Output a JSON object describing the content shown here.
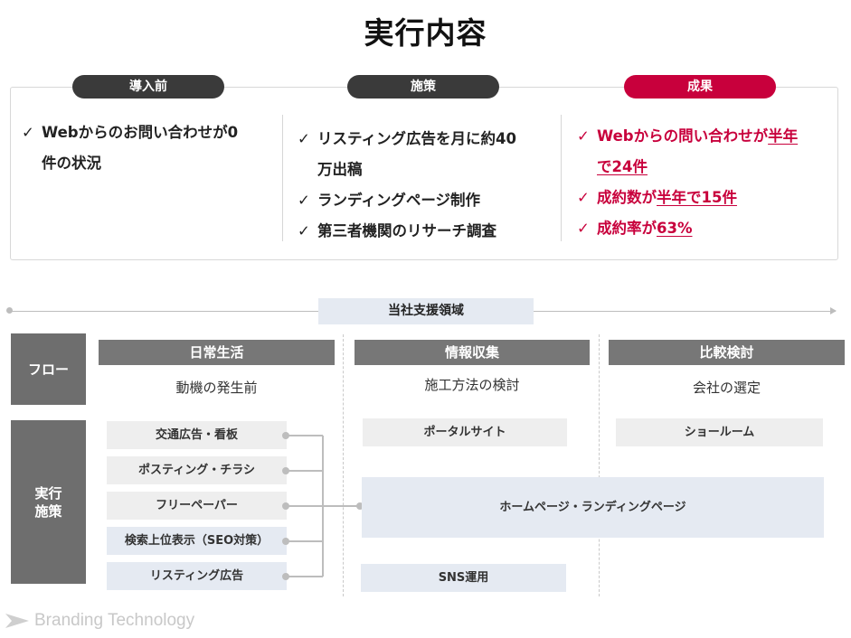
{
  "title": "実行内容",
  "top": {
    "before": {
      "label": "導入前",
      "items": [
        [
          "Webからのお問い合わせが0",
          "件の状況"
        ]
      ]
    },
    "measures": {
      "label": "施策",
      "items": [
        [
          "リスティング広告を月に約40",
          "万出稿"
        ],
        [
          "ランディングページ制作"
        ],
        [
          "第三者機関のリサーチ調査"
        ]
      ]
    },
    "results": {
      "label": "成果",
      "item1": {
        "a": "Webからの問い合わせが",
        "b": "半年",
        "c": "で24件"
      },
      "item2": {
        "a": "成約数が",
        "b": "半年で15件"
      },
      "item3": {
        "a": "成約率が",
        "b": "63%"
      }
    }
  },
  "check_mark": "✓",
  "support_area": "当社支援領域",
  "flow_label": "フロー",
  "measures_label": [
    "実行",
    "施策"
  ],
  "columns": [
    {
      "head": "日常生活",
      "sub": "動機の発生前"
    },
    {
      "head": "情報収集",
      "sub": "施工方法の検討"
    },
    {
      "head": "比較検討",
      "sub": "会社の選定"
    }
  ],
  "left_items": [
    "交通広告・看板",
    "ポスティング・チラシ",
    "フリーペーパー",
    "検索上位表示（SEO対策）",
    "リスティング広告"
  ],
  "portal": "ポータルサイト",
  "showroom": "ショールーム",
  "homepage": "ホームページ・ランディングページ",
  "sns": "SNS運用",
  "brand": "Branding Technology",
  "colors": {
    "accent": "#c8003c",
    "dark_pill": "#3a3a3a",
    "light_blue": "#e5eaf2",
    "grey_box": "#eeeeee",
    "side_grey": "#6e6e6e"
  }
}
